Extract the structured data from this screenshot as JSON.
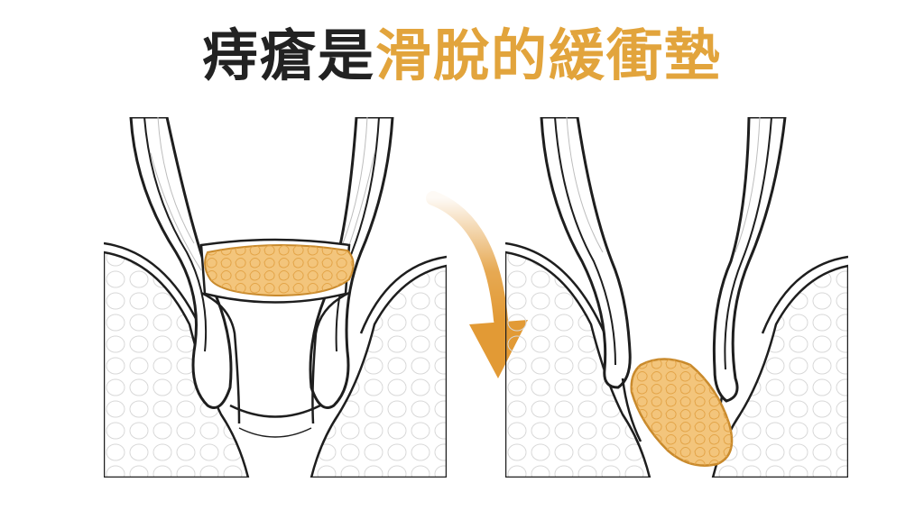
{
  "title": {
    "part_dark": "痔瘡是",
    "part_accent": "滑脫的緩衝墊"
  },
  "colors": {
    "title_dark": "#222222",
    "title_accent": "#e2a43c",
    "cushion_fill": "#f3c57c",
    "cushion_stroke": "#c98a2c",
    "arrow": "#e29a35",
    "outline": "#1e1e1e"
  },
  "figure": {
    "left_state": "cushion-in-place",
    "right_state": "cushion-prolapsed",
    "transition_icon": "curved-arrow-down-icon"
  }
}
